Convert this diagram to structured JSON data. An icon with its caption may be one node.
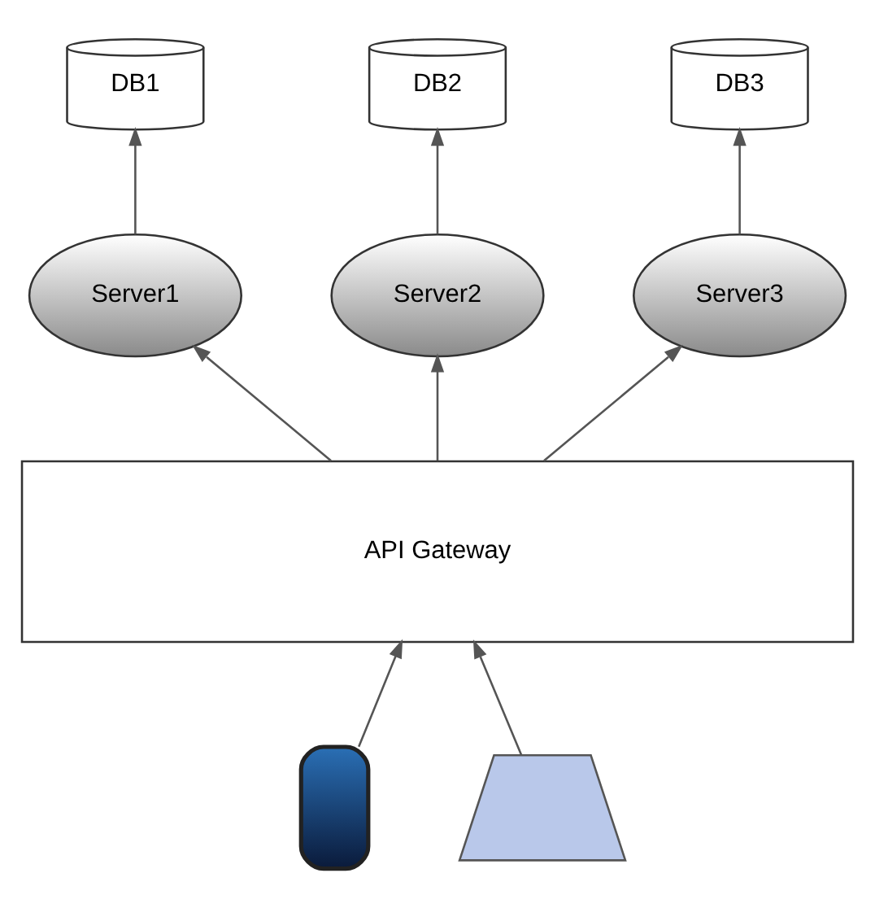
{
  "diagram": {
    "nodes": [
      {
        "text": [
          "DB1"
        ]
      },
      {
        "text": [
          "DB2"
        ]
      },
      {
        "text": [
          "DB3"
        ]
      },
      {
        "text": [
          "Server1"
        ]
      },
      {
        "text": [
          "Server2"
        ]
      },
      {
        "text": [
          "Server3"
        ]
      },
      {
        "text": [
          "API Gateway"
        ]
      },
      {
        "text": [],
        "shape": "phone"
      },
      {
        "text": [],
        "shape": "laptop"
      }
    ],
    "edges": [
      {
        "from": 3,
        "to": 0,
        "arrow": "to"
      },
      {
        "from": 4,
        "to": 1,
        "arrow": "to"
      },
      {
        "from": 5,
        "to": 2,
        "arrow": "to"
      },
      {
        "from": 6,
        "to": 3,
        "arrow": "to"
      },
      {
        "from": 6,
        "to": 4,
        "arrow": "to"
      },
      {
        "from": 6,
        "to": 5,
        "arrow": "to"
      },
      {
        "from": 7,
        "to": 6,
        "arrow": "to"
      },
      {
        "from": 8,
        "to": 6,
        "arrow": "to"
      }
    ]
  }
}
